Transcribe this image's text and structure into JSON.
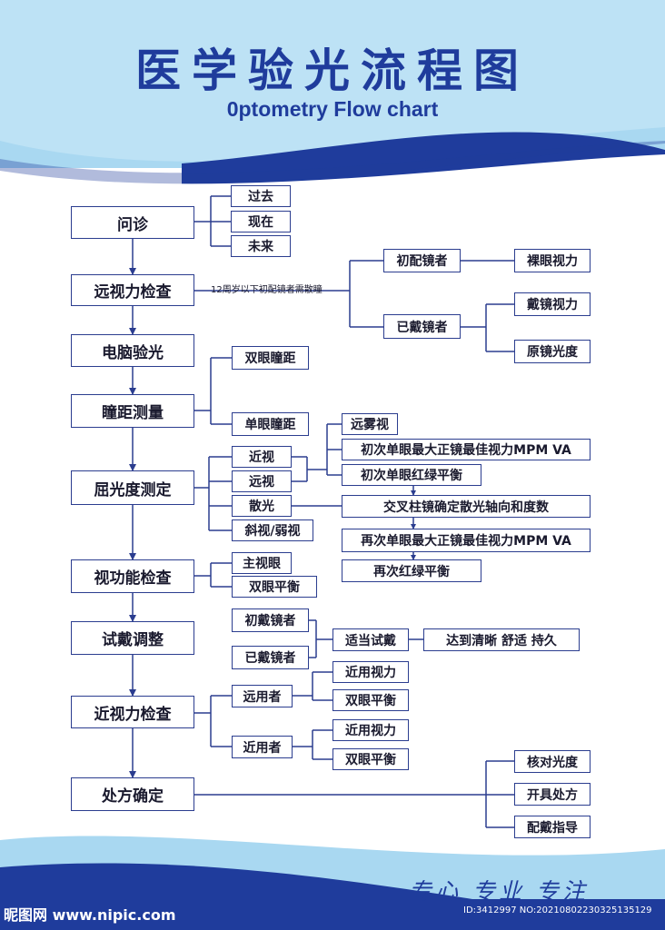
{
  "header": {
    "title": "医学验光流程图",
    "subtitle": "0ptometry  Flow chart"
  },
  "note": "12周岁以下初配镜者需散瞳",
  "steps": [
    "问诊",
    "远视力检查",
    "电脑验光",
    "瞳距测量",
    "屈光度测定",
    "视功能检查",
    "试戴调整",
    "近视力检查",
    "处方确定"
  ],
  "consult": [
    "过去",
    "现在",
    "未来"
  ],
  "distance": {
    "first_time": "初配镜者",
    "already_wearing": "已戴镜者",
    "naked": "裸眼视力",
    "with_glasses": "戴镜视力",
    "original_power": "原镜光度"
  },
  "pd": [
    "双眼瞳距",
    "单眼瞳距"
  ],
  "refraction": {
    "types": [
      "近视",
      "远视",
      "散光",
      "斜视/弱视"
    ],
    "steps": [
      "远雾视",
      "初次单眼最大正镜最佳视力MPM VA",
      "初次单眼红绿平衡",
      "交叉柱镜确定散光轴向和度数",
      "再次单眼最大正镜最佳视力MPM VA",
      "再次红绿平衡"
    ]
  },
  "function_check": [
    "主视眼",
    "双眼平衡"
  ],
  "trial": {
    "first": "初戴镜者",
    "existing": "已戴镜者",
    "proper": "适当试戴",
    "goal": "达到清晰  舒适  持久"
  },
  "near": {
    "distance_user": "远用者",
    "near_user": "近用者",
    "distance_items": [
      "近用视力",
      "双眼平衡"
    ],
    "near_items": [
      "近用视力",
      "双眼平衡"
    ]
  },
  "prescription": [
    "核对光度",
    "开具处方",
    "配戴指导"
  ],
  "footer": {
    "slogan": "专心  专业  专注",
    "watermark_site": "昵图网 www.nipic.com",
    "watermark_id": "ID:3412997 NO:20210802230325135129"
  },
  "colors": {
    "brand_blue": "#1f3c9c",
    "line": "#2b3d8f",
    "light_blue": "#a9d8f1"
  }
}
